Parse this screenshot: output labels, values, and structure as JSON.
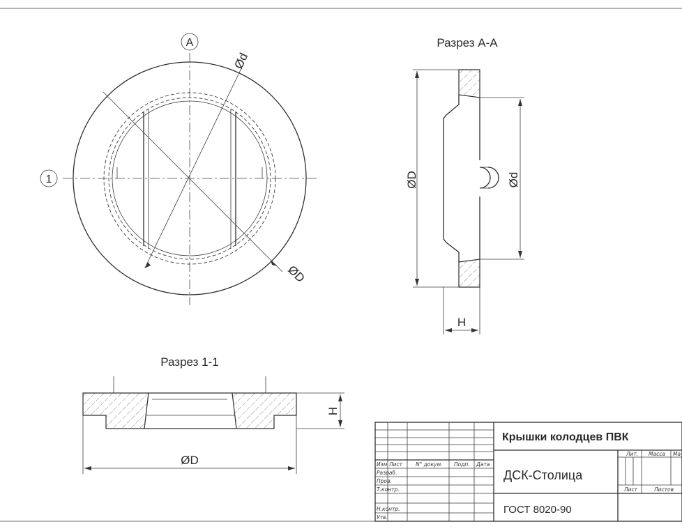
{
  "drawing": {
    "plan_view": {
      "axis_a_label": "A",
      "axis_1_label": "1",
      "dim_small": "Ød",
      "dim_large": "ØD"
    },
    "section_aa": {
      "title": "Разрез А-А",
      "dim_large": "ØD",
      "dim_small": "Ød",
      "dim_height": "H"
    },
    "section_11": {
      "title": "Разрез 1-1",
      "dim_large": "ØD",
      "dim_height": "H"
    }
  },
  "title_block": {
    "name": "Крышки колодцев ПВК",
    "company": "ДСК-Столица",
    "standard": "ГОСТ 8020-90",
    "cols": {
      "izm": "Изм",
      "list": "Лист",
      "doc": "N° докум.",
      "sign": "Подп.",
      "date": "Дата"
    },
    "roles": {
      "razrab": "Разраб.",
      "prov": "Пров.",
      "tkontr": "Т.контр.",
      "nkontr": "Н.контр.",
      "utv": "Утв."
    },
    "right": {
      "lit": "Лит.",
      "massa": "Масса",
      "masht": "Ма",
      "list": "Лист",
      "listov": "Листов"
    }
  }
}
